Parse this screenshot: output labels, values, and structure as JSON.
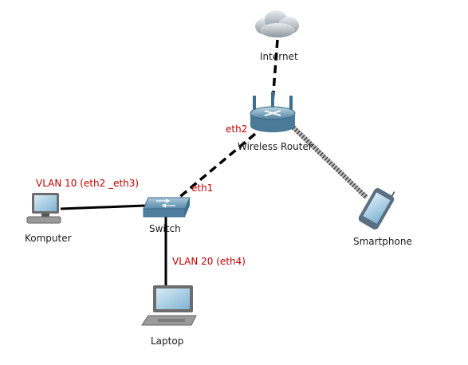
{
  "nodes": {
    "internet": {
      "label": "Internet"
    },
    "router": {
      "label": "Wireless Router"
    },
    "switch": {
      "label": "Switch"
    },
    "computer": {
      "label": "Komputer"
    },
    "laptop": {
      "label": "Laptop"
    },
    "smartphone": {
      "label": "Smartphone"
    }
  },
  "ports": {
    "router_switch_router_side": "eth2",
    "router_switch_switch_side": "eth1",
    "computer_vlan": "VLAN 10 (eth2 _eth3)",
    "laptop_vlan": "VLAN 20 (eth4)"
  },
  "links": [
    {
      "from": "internet",
      "to": "router",
      "style": "dashed"
    },
    {
      "from": "router",
      "to": "switch",
      "style": "dashed"
    },
    {
      "from": "router",
      "to": "smartphone",
      "style": "wireless"
    },
    {
      "from": "switch",
      "to": "computer",
      "style": "solid"
    },
    {
      "from": "switch",
      "to": "laptop",
      "style": "solid"
    }
  ],
  "colors": {
    "port_label": "#c00000",
    "link": "#000000",
    "device_body": "#5f8fb0"
  }
}
